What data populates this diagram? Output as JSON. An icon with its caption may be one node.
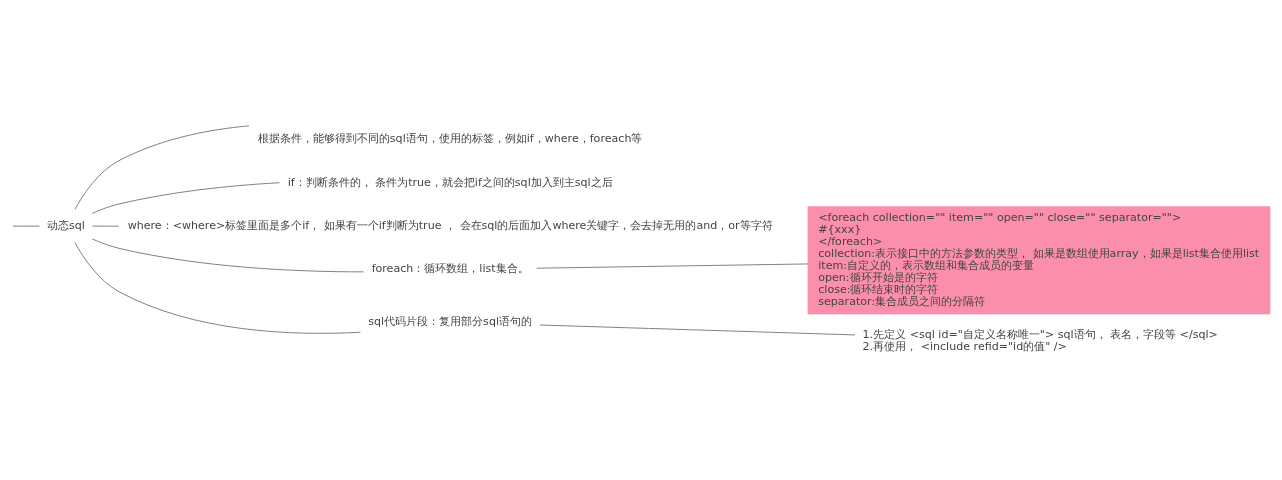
{
  "diagram": {
    "nodes": [
      {
        "text": [
          "动态sql"
        ]
      },
      {
        "text": [
          "根据条件，能够得到不同的sql语句，使用的标签，例如if，where，foreach等"
        ]
      },
      {
        "text": [
          "if：判断条件的， 条件为true，就会把if之间的sql加入到主sql之后"
        ]
      },
      {
        "text": [
          "where：<where>标签里面是多个if， 如果有一个if判断为true ， 会在sql的后面加入where关键字，会去掉无用的and，or等字符"
        ]
      },
      {
        "text": [
          "foreach：循环数组，list集合。"
        ]
      },
      {
        "text": [
          "<foreach collection=\"\" item=\"\" open=\"\" close=\"\" separator=\"\">",
          "#{xxx}",
          "</foreach>",
          "collection:表示接口中的方法参数的类型， 如果是数组使用array，如果是list集合使用list",
          "item:自定义的，表示数组和集合成员的变量",
          "open:循环开始是的字符",
          "close:循环结束时的字符",
          "separator:集合成员之间的分隔符"
        ]
      },
      {
        "text": [
          "sql代码片段：复用部分sql语句的"
        ]
      },
      {
        "text": [
          "1.先定义 <sql id=\"自定义名称唯一\"> sql语句， 表名，字段等 </sql>",
          "2.再使用， <include refid=\"id的值\" />"
        ]
      }
    ],
    "edges": [
      {
        "from": null,
        "to": 0,
        "arrow": "none"
      },
      {
        "from": 0,
        "to": 1,
        "arrow": "none"
      },
      {
        "from": 0,
        "to": 2,
        "arrow": "none"
      },
      {
        "from": 0,
        "to": 3,
        "arrow": "none"
      },
      {
        "from": 0,
        "to": 4,
        "arrow": "none"
      },
      {
        "from": 4,
        "to": 5,
        "arrow": "none"
      },
      {
        "from": 0,
        "to": 6,
        "arrow": "none"
      },
      {
        "from": 6,
        "to": 7,
        "arrow": "none"
      }
    ]
  }
}
